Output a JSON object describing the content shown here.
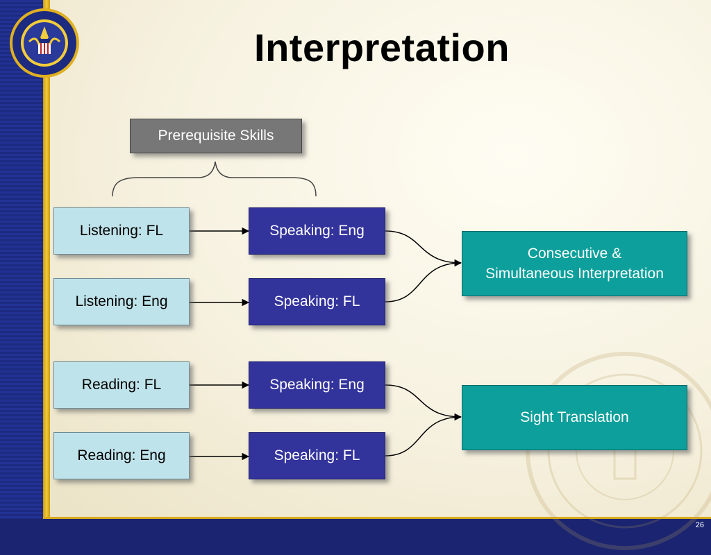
{
  "title": "Interpretation",
  "slide_number": "26",
  "prerequisite_label": "Prerequisite Skills",
  "groups": [
    {
      "rows": [
        {
          "input": "Listening: FL",
          "output": "Speaking: Eng"
        },
        {
          "input": "Listening: Eng",
          "output": "Speaking: FL"
        }
      ],
      "result": [
        "Consecutive &",
        "Simultaneous Interpretation"
      ]
    },
    {
      "rows": [
        {
          "input": "Reading: FL",
          "output": "Speaking: Eng"
        },
        {
          "input": "Reading: Eng",
          "output": "Speaking: FL"
        }
      ],
      "result": [
        "Sight Translation"
      ]
    }
  ],
  "colors": {
    "skill_box": "#bfe3ea",
    "speaking_box": "#33339c",
    "result_box": "#0c9f9b",
    "prerequisite_box": "#777777",
    "side_band": "#1c2a80",
    "gold_stripe": "#e0b020"
  }
}
